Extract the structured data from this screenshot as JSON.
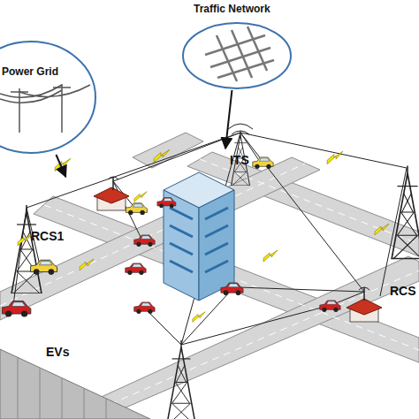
{
  "diagram": {
    "nodes": [
      {
        "text": [
          "Power Grid"
        ]
      },
      {
        "text": [
          "Traffic Network"
        ]
      },
      {
        "text": [
          "ITS"
        ]
      },
      {
        "text": [
          "RCS1"
        ]
      },
      {
        "text": [
          "RCS"
        ]
      }
    ],
    "edges": [
      {
        "from": 1,
        "to": 2,
        "arrow": "to"
      },
      {
        "from": 0,
        "to": 3,
        "arrow": "to"
      }
    ],
    "labels": [
      "EVs"
    ]
  }
}
